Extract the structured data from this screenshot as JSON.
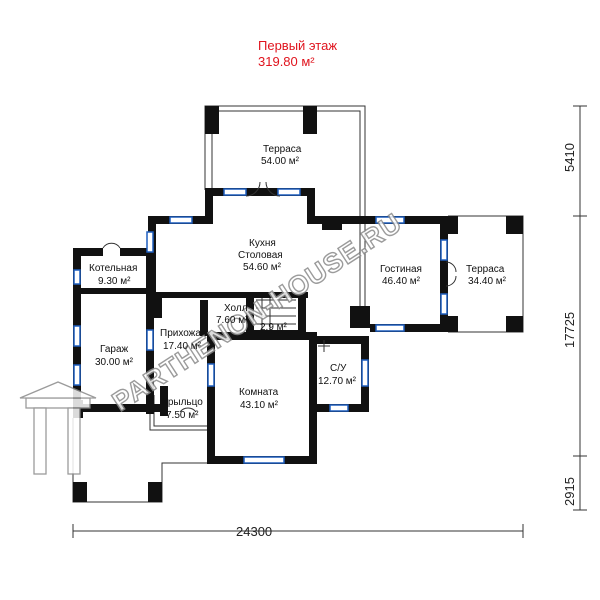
{
  "title": {
    "name": "Первый этаж",
    "area": "319.80 м²",
    "color": "#e0141e"
  },
  "rooms": {
    "terrace_top": {
      "name": "Терраса",
      "area": "54.00 м²"
    },
    "kitchen": {
      "name": "Кухня",
      "name2": "Столовая",
      "area": "54.60 м²"
    },
    "living": {
      "name": "Гостиная",
      "area": "46.40 м²"
    },
    "terrace_right": {
      "name": "Терраса",
      "area": "34.40 м²"
    },
    "boiler": {
      "name": "Котельная",
      "area": "9.30 м²"
    },
    "hall": {
      "name": "Холл",
      "area": "7.60 м²"
    },
    "stair_area": {
      "area": "2.9 м²"
    },
    "garage": {
      "name": "Гараж",
      "area": "30.00 м²"
    },
    "entry": {
      "name": "Прихожая",
      "area": "17.40 м²"
    },
    "room": {
      "name": "Комната",
      "area": "43.10 м²"
    },
    "bath": {
      "name": "С/У",
      "area": "12.70 м²"
    },
    "porch": {
      "name": "Крыльцо",
      "area": "7.50 м²"
    }
  },
  "dimensions": {
    "width_total": "24300",
    "right_top": "5410",
    "right_mid": "17725",
    "right_bottom": "2915"
  },
  "watermark": "PARTHENON-HOUSE.RU",
  "colors": {
    "wall": "#111111",
    "window": "#1f5fbf",
    "line": "#333333"
  }
}
